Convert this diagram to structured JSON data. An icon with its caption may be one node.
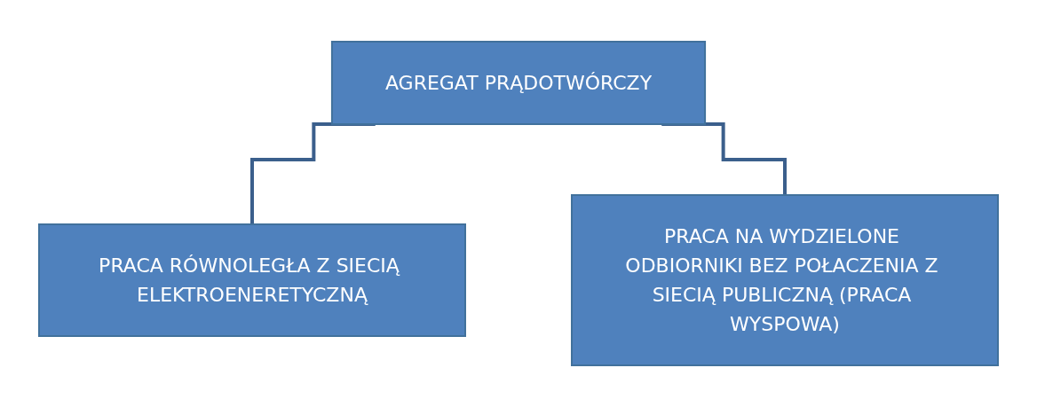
{
  "diagram": {
    "nodes": [
      {
        "text": [
          "AGREGAT PRĄDOTWÓRCZY"
        ]
      },
      {
        "text": [
          "PRACA RÓWNOLEGŁA Z SIECIĄ ELEKTROENERETYCZNĄ"
        ]
      },
      {
        "text": [
          "PRACA NA WYDZIELONE ODBIORNIKI BEZ POŁACZENIA Z SIECIĄ PUBLICZNĄ (PRACA WYSPOWA)"
        ]
      }
    ],
    "edges": [
      {
        "from": 0,
        "to": 1,
        "arrow": "none"
      },
      {
        "from": 0,
        "to": 2,
        "arrow": "none"
      }
    ]
  }
}
